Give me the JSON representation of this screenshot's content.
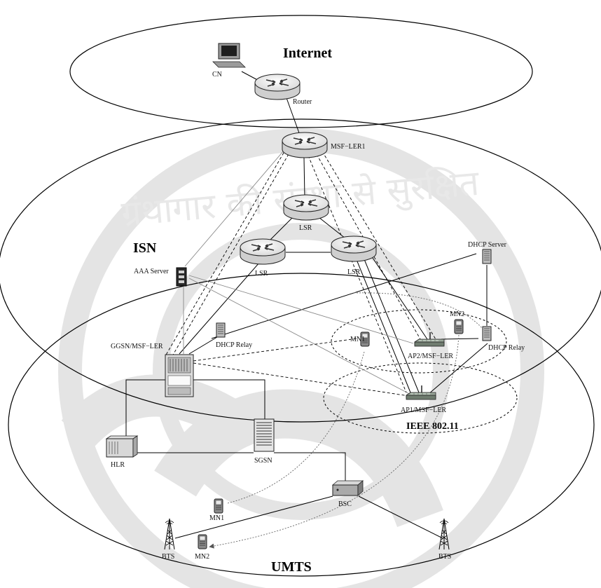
{
  "regions": {
    "internet": "Internet",
    "isn": "ISN",
    "umts": "UMTS",
    "wlan": "IEEE 802.11"
  },
  "nodes": {
    "cn": "CN",
    "router": "Router",
    "msf_ler1": "MSF−LER1",
    "lsr_top": "LSR",
    "lsr_left": "LSR",
    "lsr_right": "LSR",
    "aaa_server": "AAA Server",
    "dhcp_server": "DHCP Server",
    "dhcp_relay_left": "DHCP Relay",
    "dhcp_relay_right": "DHCP Relay",
    "ggsn": "GGSN/MSF−LER",
    "mn_wlan": "MN1",
    "mn2_wlan": "MN2",
    "ap2": "AP2/MSF−LER",
    "ap1": "AP1/MSF−LER",
    "hlr": "HLR",
    "sgsn": "SGSN",
    "bsc": "BSC",
    "mn1_umts": "MN1",
    "mn2_umts": "MN2",
    "bts_left": "BTS",
    "bts_right": "BTS"
  },
  "watermark": "ग्रंथागार की संस्था से सुरक्षित"
}
